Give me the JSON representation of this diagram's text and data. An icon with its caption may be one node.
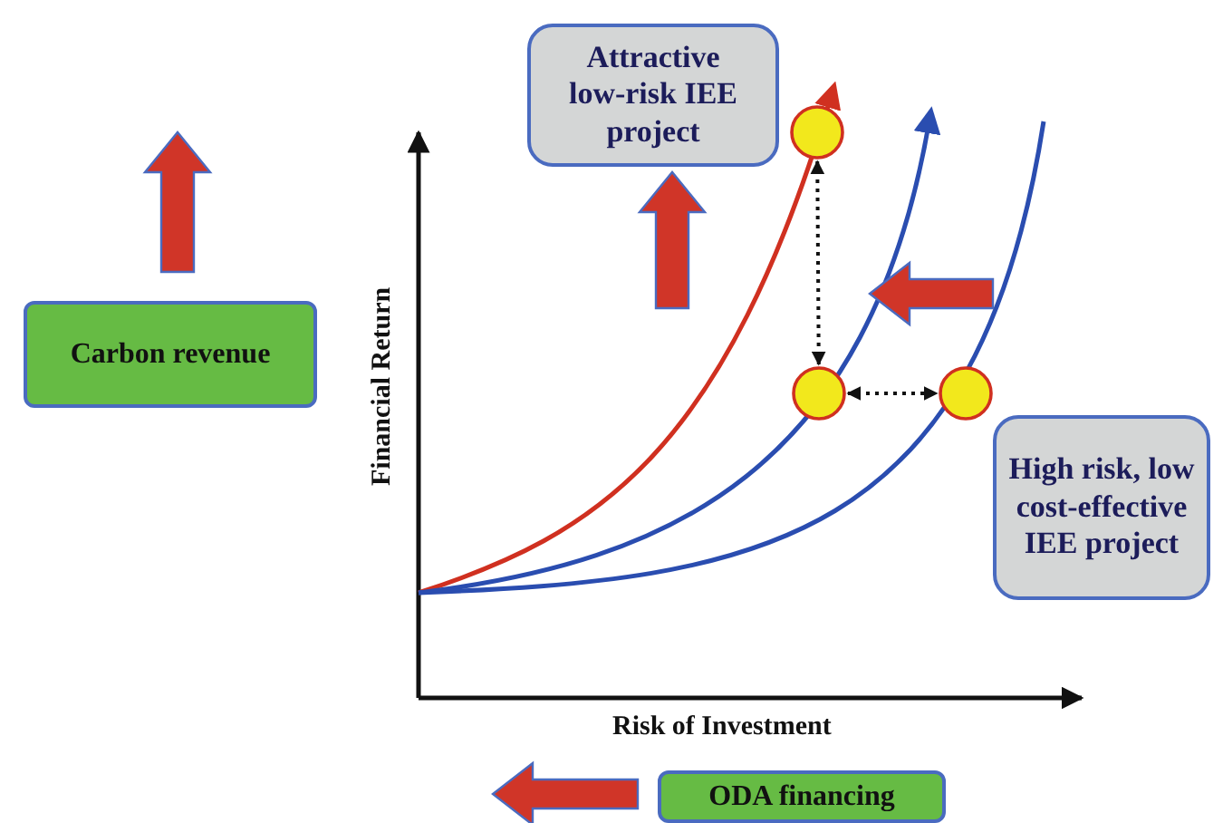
{
  "diagram": {
    "nodes": [
      {
        "text": [
          "Attractive low-risk IEE project"
        ]
      },
      {
        "text": [
          "Carbon revenue"
        ]
      },
      {
        "text": [
          "High risk, low cost-effective IEE project"
        ]
      },
      {
        "text": [
          "ODA financing"
        ]
      },
      {
        "text": [],
        "shape": "circle"
      },
      {
        "text": [],
        "shape": "circle"
      },
      {
        "text": [],
        "shape": "circle"
      }
    ],
    "edges": [
      {
        "from": 4,
        "to": 5,
        "arrow": "both",
        "style": "dashed"
      },
      {
        "from": 5,
        "to": 6,
        "arrow": "both",
        "style": "dashed"
      }
    ],
    "labels": [
      "Financial Return",
      "Risk of Investment"
    ]
  }
}
